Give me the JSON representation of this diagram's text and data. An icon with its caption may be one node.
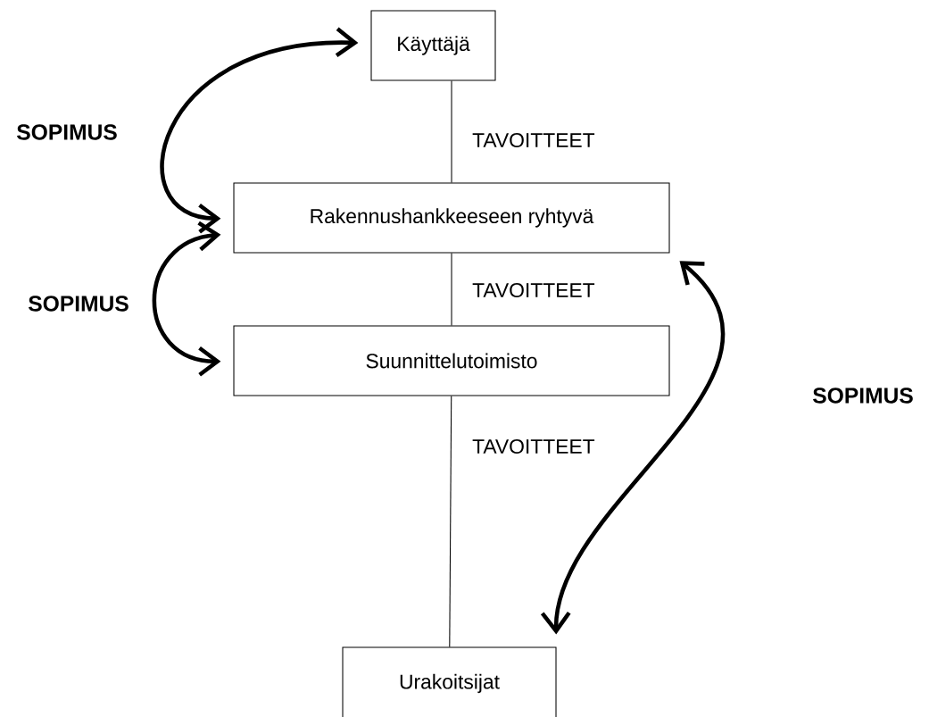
{
  "diagram": {
    "nodes": [
      {
        "text": [
          "Käyttäjä"
        ]
      },
      {
        "text": [
          "Rakennushankkeeseen ryhtyvä"
        ]
      },
      {
        "text": [
          "Suunnittelutoimisto"
        ]
      },
      {
        "text": [
          "Urakoitsijat"
        ]
      }
    ],
    "edges": [
      {
        "from": 0,
        "to": 1,
        "arrow": "none",
        "label": "TAVOITTEET"
      },
      {
        "from": 1,
        "to": 2,
        "arrow": "none",
        "label": "TAVOITTEET"
      },
      {
        "from": 2,
        "to": 3,
        "arrow": "none",
        "label": "TAVOITTEET"
      },
      {
        "from": 1,
        "to": 0,
        "arrow": "both",
        "label": "SOPIMUS",
        "style": "thick"
      },
      {
        "from": 1,
        "to": 2,
        "arrow": "both",
        "label": "SOPIMUS",
        "style": "thick"
      },
      {
        "from": 1,
        "to": 3,
        "arrow": "both",
        "label": "SOPIMUS",
        "style": "thick"
      }
    ]
  }
}
